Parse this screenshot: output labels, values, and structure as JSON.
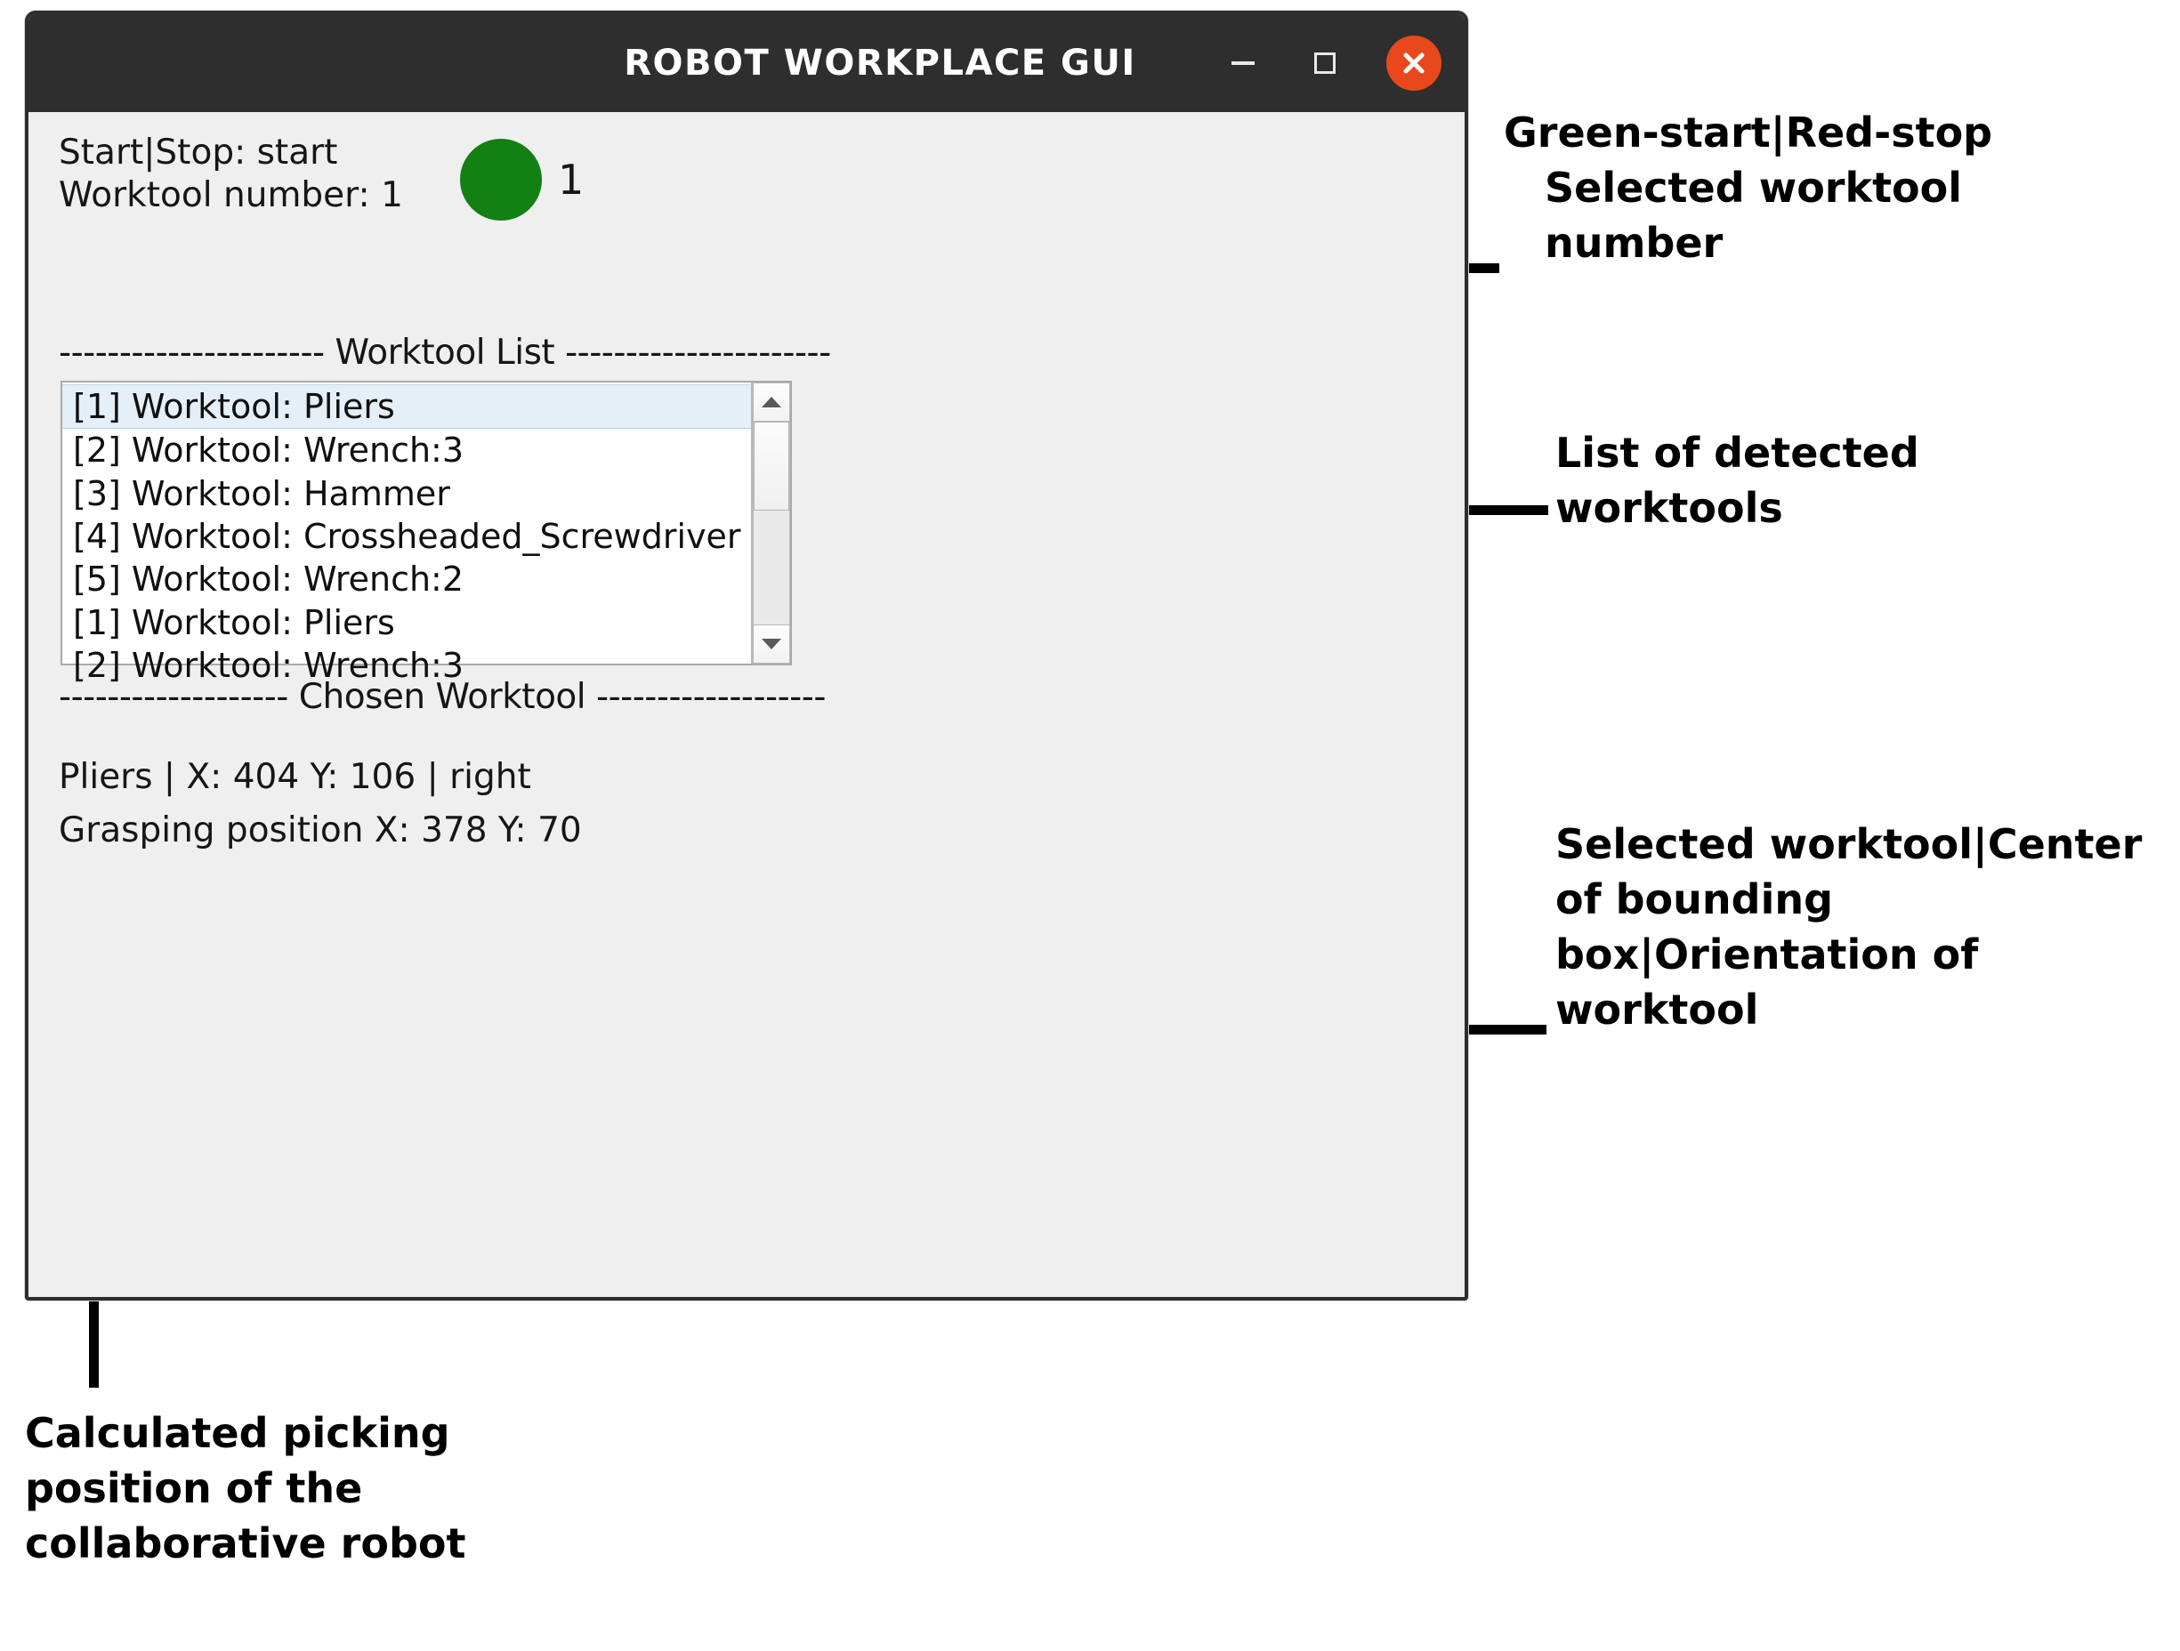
{
  "window": {
    "title": "ROBOT WORKPLACE GUI",
    "controls": {
      "minimize": "minimize-icon",
      "maximize": "maximize-icon",
      "close": "close-icon"
    },
    "close_color": "#e8481c",
    "titlebar_color": "#2e2e2e",
    "client_color": "#efefef"
  },
  "status": {
    "start_stop": "Start|Stop: start",
    "worktool_number": "Worktool number: 1",
    "led_color": "#128012",
    "led_state": "green",
    "selected_number": "1"
  },
  "sections": {
    "worktool_list_header": "---------------------- Worktool List ----------------------",
    "chosen_worktool_header": "------------------- Chosen Worktool -------------------"
  },
  "worktool_list": {
    "items": [
      {
        "label": "[1] Worktool: Pliers",
        "selected": true
      },
      {
        "label": "[2] Worktool: Wrench:3",
        "selected": false
      },
      {
        "label": "[3] Worktool: Hammer",
        "selected": false
      },
      {
        "label": "[4] Worktool: Crossheaded_Screwdriver",
        "selected": false
      },
      {
        "label": "[5] Worktool: Wrench:2",
        "selected": false
      },
      {
        "label": "[1] Worktool: Pliers",
        "selected": false
      },
      {
        "label": "[2] Worktool: Wrench:3",
        "selected": false
      }
    ],
    "scrollbar": {
      "up_arrow": "chevron-up-icon",
      "down_arrow": "chevron-down-icon"
    }
  },
  "chosen_worktool": {
    "summary": "Pliers | X: 404 Y: 106 | right",
    "grasping": "Grasping position X: 378 Y: 70"
  },
  "annotations": {
    "a1_line1": "Green-start|Red-stop",
    "a1_line2": "Selected worktool",
    "a1_line3": "number",
    "a2": "List of detected worktools",
    "a3": "Selected worktool|Center of bounding box|Orientation of worktool",
    "a4": "Calculated picking position of the collaborative robot"
  }
}
